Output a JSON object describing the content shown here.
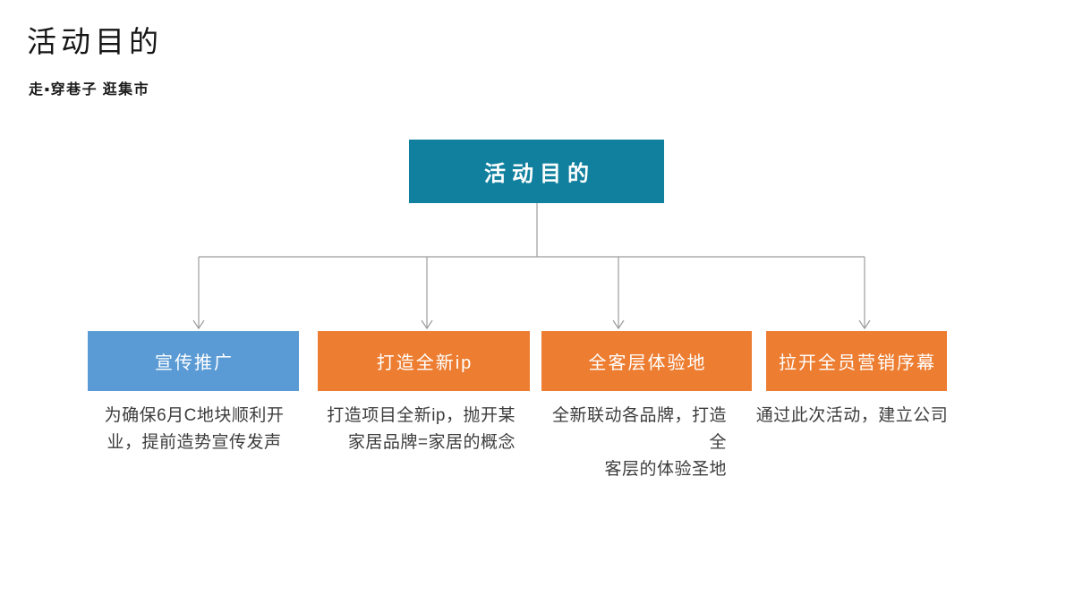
{
  "header": {
    "title": "活动目的",
    "subtitle": "走▪穿巷子 逛集市"
  },
  "diagram": {
    "connector_color": "#9C9C9C",
    "root": {
      "label": "活动目的",
      "color": "#10809E",
      "text_color": "#FFFFFF"
    },
    "nodes": [
      {
        "label": "宣传推广",
        "color": "#5B9BD5",
        "description": "为确保6月C地块顺利开\n业，提前造势宣传发声"
      },
      {
        "label": "打造全新ip",
        "color": "#ED7D31",
        "description": "打造项目全新ip，抛开某\n家居品牌=家居的概念"
      },
      {
        "label": "全客层体验地",
        "color": "#ED7D31",
        "description": "全新联动各品牌，打造全\n客层的体验圣地"
      },
      {
        "label": "拉开全员营销序幕",
        "color": "#ED7D31",
        "description": "通过此次活动，建立公司"
      }
    ]
  }
}
